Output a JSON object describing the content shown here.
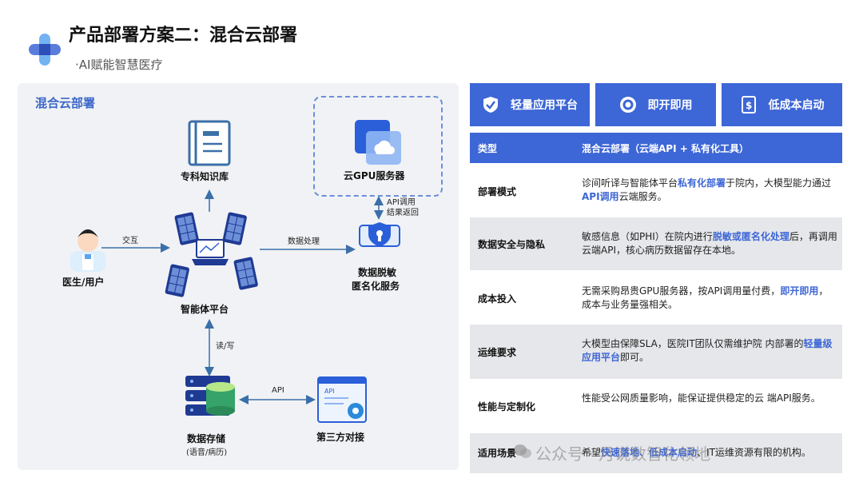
{
  "header": {
    "title": "产品部署方案二：混合云部署",
    "subtitle": "·AI赋能智慧医疗"
  },
  "diagram": {
    "panel_title": "混合云部署",
    "nodes": {
      "knowledge": "专科知识库",
      "cloud_gpu": "云GPU服务器",
      "doctor": "医生/用户",
      "platform": "智能体平台",
      "desensitize_1": "数据脱敏",
      "desensitize_2": "匿名化服务",
      "storage": "数据存储",
      "storage_sub": "(语音/病历)",
      "third_party": "第三方对接"
    },
    "edges": {
      "interact": "交互",
      "data_process": "数据处理",
      "api_call_1": "API调用",
      "api_call_2": "结果返回",
      "read_write": "读/写",
      "api": "API"
    }
  },
  "features": [
    {
      "label": "轻量应用平台",
      "icon": "shield-check-icon"
    },
    {
      "label": "即开即用",
      "icon": "target-icon"
    },
    {
      "label": "低成本启动",
      "icon": "dollar-doc-icon"
    }
  ],
  "table": {
    "header_type": "类型",
    "header_value": "混合云部署（云端API + 私有化工具）",
    "rows": [
      {
        "key": "部署模式",
        "parts": [
          "诊间听译与智能体平台",
          "私有化部署",
          "于院内，大模型能力通过",
          "API调用",
          "云端服务。"
        ]
      },
      {
        "key": "数据安全与隐私",
        "parts": [
          "敏感信息（如PHI）在院内进行",
          "脱敏或匿名化处理",
          "后，再调用云端API，核心病历数据留存在本地。"
        ]
      },
      {
        "key": "成本投入",
        "parts": [
          "无需采购昂贵GPU服务器，按API调用量付费，",
          "即开即用",
          "，成本与业务量强相关。"
        ]
      },
      {
        "key": "运维要求",
        "parts": [
          "大模型由保障SLA，医院IT团队仅需维护院 内部署的",
          "轻量级应用平台",
          "即可。"
        ]
      },
      {
        "key": "性能与定制化",
        "parts": [
          "性能受公网质量影响，能保证提供稳定的云 端API服务。"
        ]
      },
      {
        "key": "适用场景",
        "parts": [
          "希望",
          "快速落地、低成本启动",
          "、IT运维资源有限的机构。"
        ]
      }
    ]
  },
  "watermark": "公众号 · 月说数智化领地",
  "colors": {
    "accent": "#3d66d6",
    "row_alt": "#e6e7ea"
  }
}
